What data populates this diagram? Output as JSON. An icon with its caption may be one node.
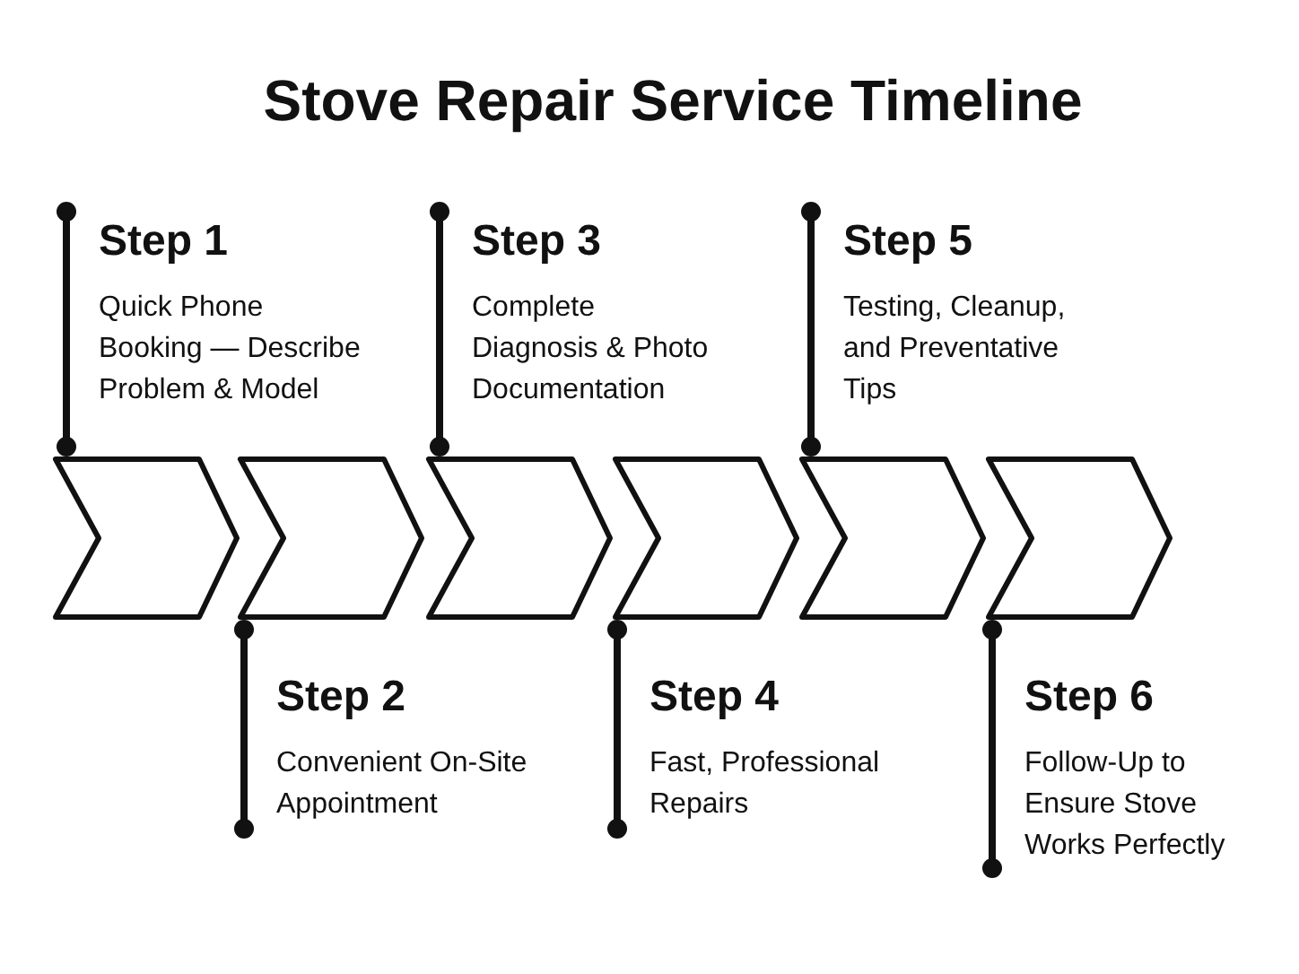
{
  "diagram": {
    "title": "Stove Repair Service Timeline",
    "nodes": [
      {
        "text": [
          "Step 1",
          "Quick Phone Booking — Describe Problem & Model"
        ]
      },
      {
        "text": [
          "Step 3",
          "Complete Diagnosis & Photo Documentation"
        ]
      },
      {
        "text": [
          "Step 5",
          "Testing, Cleanup, and Preventative Tips"
        ]
      },
      {
        "text": [],
        "shape": "chevron"
      },
      {
        "text": [],
        "shape": "chevron"
      },
      {
        "text": [],
        "shape": "chevron"
      },
      {
        "text": [],
        "shape": "chevron"
      },
      {
        "text": [],
        "shape": "chevron"
      },
      {
        "text": [],
        "shape": "chevron"
      },
      {
        "text": [
          "Step 2",
          "Convenient On-Site Appointment"
        ]
      },
      {
        "text": [
          "Step 4",
          "Fast, Professional Repairs"
        ]
      },
      {
        "text": [
          "Step 6",
          "Follow-Up to Ensure Stove Works Perfectly"
        ]
      }
    ],
    "edges": [
      {
        "from": 0,
        "to": 3,
        "arrow": "other"
      },
      {
        "from": 9,
        "to": 4,
        "arrow": "other"
      },
      {
        "from": 1,
        "to": 5,
        "arrow": "other"
      },
      {
        "from": 10,
        "to": 6,
        "arrow": "other"
      },
      {
        "from": 2,
        "to": 7,
        "arrow": "other"
      },
      {
        "from": 11,
        "to": 8,
        "arrow": "other"
      }
    ]
  }
}
